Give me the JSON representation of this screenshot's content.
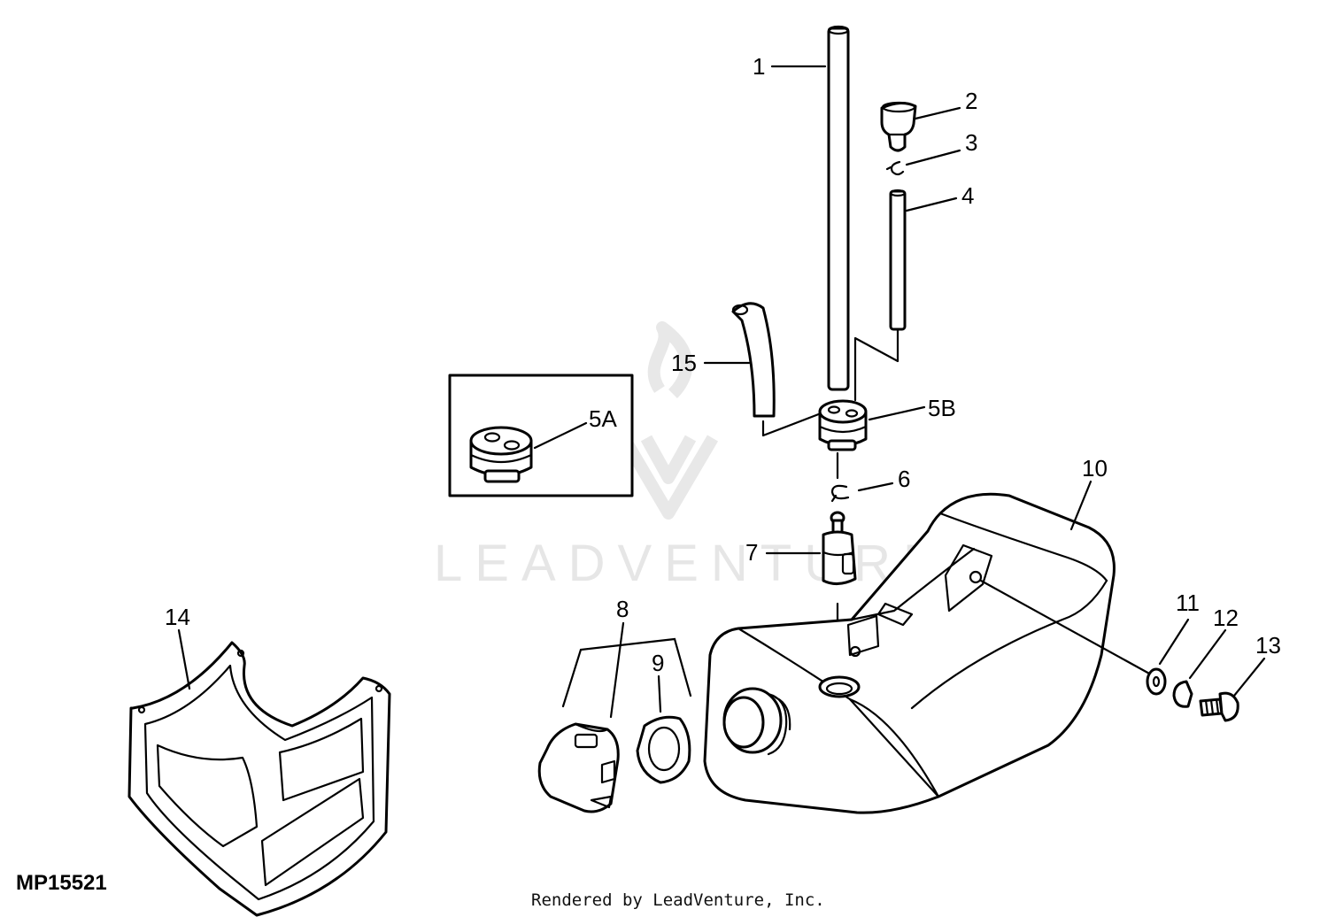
{
  "diagram": {
    "id_label": "MP15521",
    "render_credit": "Rendered by LeadVenture, Inc.",
    "watermark_text": "LEADVENTURE",
    "colors": {
      "line": "#000000",
      "background": "#ffffff",
      "watermark": "#e6e6e6"
    },
    "callouts": {
      "c1": "1",
      "c2": "2",
      "c3": "3",
      "c4": "4",
      "c5a": "5A",
      "c5b": "5B",
      "c6": "6",
      "c7": "7",
      "c8": "8",
      "c9": "9",
      "c10": "10",
      "c11": "11",
      "c12": "12",
      "c13": "13",
      "c14": "14",
      "c15": "15"
    }
  }
}
